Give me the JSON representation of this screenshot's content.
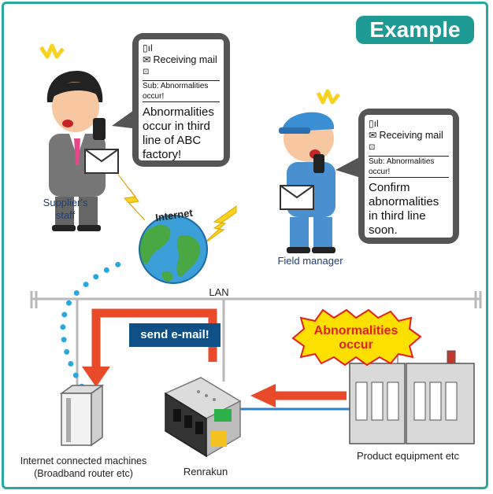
{
  "badge": "Example",
  "supplier": {
    "label_line1": "Supplier's",
    "label_line2": "staff",
    "phone": {
      "status": "Receiving mail",
      "subject": "Sub: Abnormalities occur!",
      "body_lines": [
        "Abnormalities",
        "occur in third",
        "line of ABC",
        "factory!"
      ]
    }
  },
  "manager": {
    "label": "Field manager",
    "phone": {
      "status": "Receiving mail",
      "subject": "Sub: Abnormalities occur!",
      "body_lines": [
        "Confirm",
        "abnormalities",
        "in third line",
        "soon."
      ]
    }
  },
  "internet_label": "Internet",
  "lan_label": "LAN",
  "send_label": "send e-mail!",
  "abnormal": {
    "line1": "Abnormalities",
    "line2": "occur"
  },
  "router": {
    "label_line1": "Internet connected machines",
    "label_line2": "(Broadband router etc)"
  },
  "renrakun_label": "Renrakun",
  "equipment_label": "Product equipment etc",
  "colors": {
    "teal": "#1e9a94",
    "navy": "#0e4f86",
    "red": "#e94a2a",
    "blue_dots": "#29a7e0",
    "yellow": "#f7d31f"
  }
}
